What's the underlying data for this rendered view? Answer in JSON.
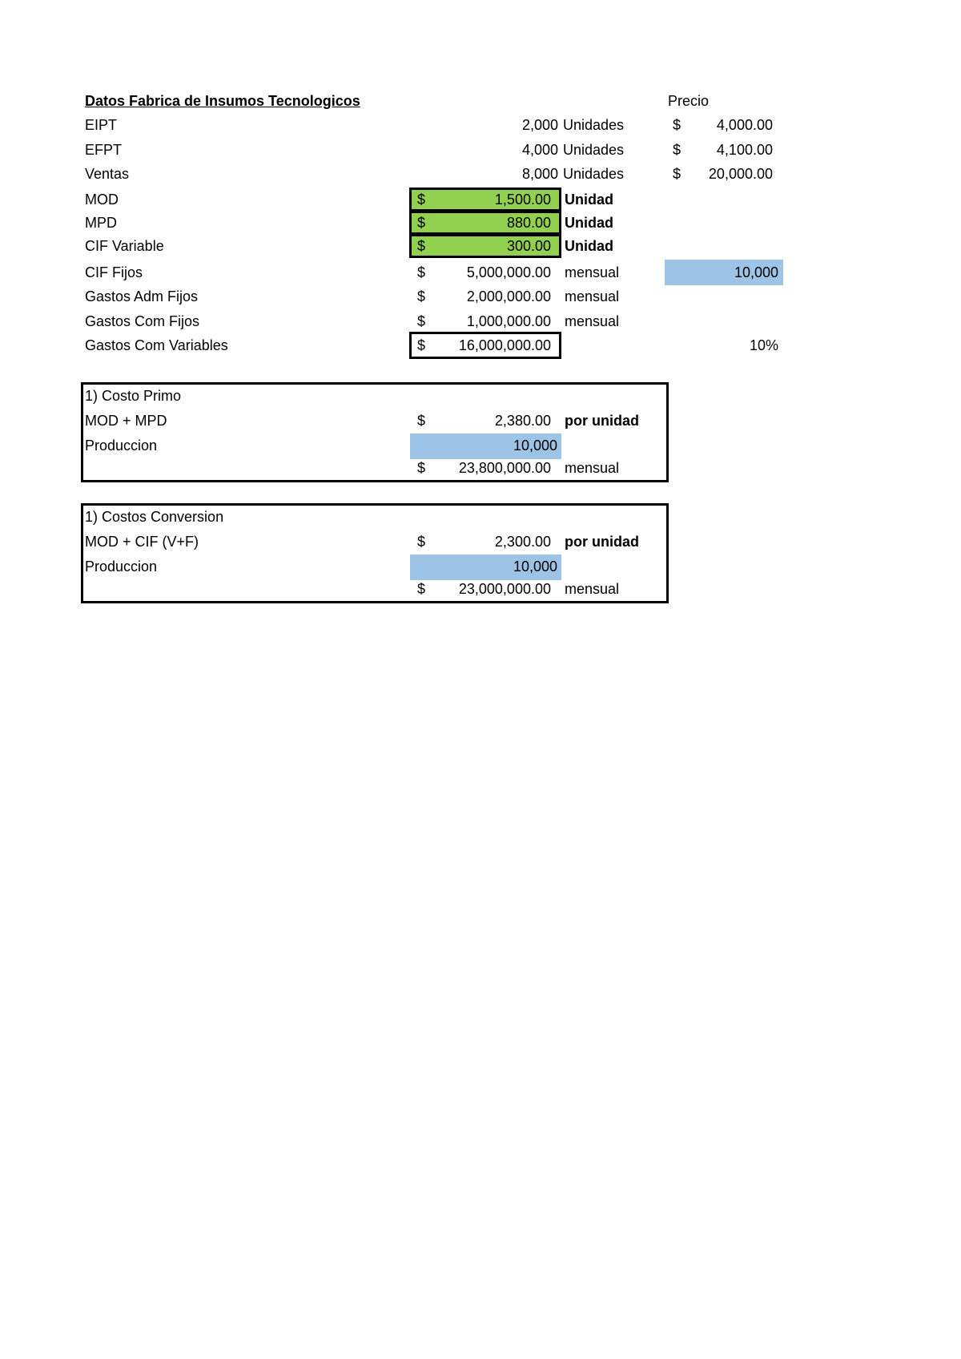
{
  "header": {
    "title": "Datos Fabrica de Insumos Tecnologicos",
    "precio_label": "Precio"
  },
  "inventory": [
    {
      "label": "EIPT",
      "qty": "2,000",
      "unit": "Unidades",
      "currency": "$",
      "price": "4,000.00"
    },
    {
      "label": "EFPT",
      "qty": "4,000",
      "unit": "Unidades",
      "currency": "$",
      "price": "4,100.00"
    },
    {
      "label": "Ventas",
      "qty": "8,000",
      "unit": "Unidades",
      "currency": "$",
      "price": "20,000.00"
    }
  ],
  "unit_costs": [
    {
      "label": "MOD",
      "currency": "$",
      "value": "1,500.00",
      "unit": "Unidad"
    },
    {
      "label": "MPD",
      "currency": "$",
      "value": "880.00",
      "unit": "Unidad"
    },
    {
      "label": "CIF Variable",
      "currency": "$",
      "value": "300.00",
      "unit": "Unidad"
    }
  ],
  "fixed_costs": [
    {
      "label": "CIF Fijos",
      "currency": "$",
      "value": "5,000,000.00",
      "unit": "mensual",
      "extra": "10,000"
    },
    {
      "label": "Gastos Adm Fijos",
      "currency": "$",
      "value": "2,000,000.00",
      "unit": "mensual"
    },
    {
      "label": "Gastos Com Fijos",
      "currency": "$",
      "value": "1,000,000.00",
      "unit": "mensual"
    }
  ],
  "variable_sales": {
    "label": "Gastos Com Variables",
    "currency": "$",
    "value": "16,000,000.00",
    "percent": "10%"
  },
  "costo_primo": {
    "title": "1) Costo Primo",
    "formula_label": "MOD + MPD",
    "currency": "$",
    "formula_value": "2,380.00",
    "formula_unit": "por unidad",
    "prod_label": "Produccion",
    "prod_value": "10,000",
    "total_currency": "$",
    "total_value": "23,800,000.00",
    "total_unit": "mensual"
  },
  "costos_conversion": {
    "title": "1) Costos Conversion",
    "formula_label": "MOD + CIF (V+F)",
    "currency": "$",
    "formula_value": "2,300.00",
    "formula_unit": "por unidad",
    "prod_label": "Produccion",
    "prod_value": "10,000",
    "total_currency": "$",
    "total_value": "23,000,000.00",
    "total_unit": "mensual"
  }
}
